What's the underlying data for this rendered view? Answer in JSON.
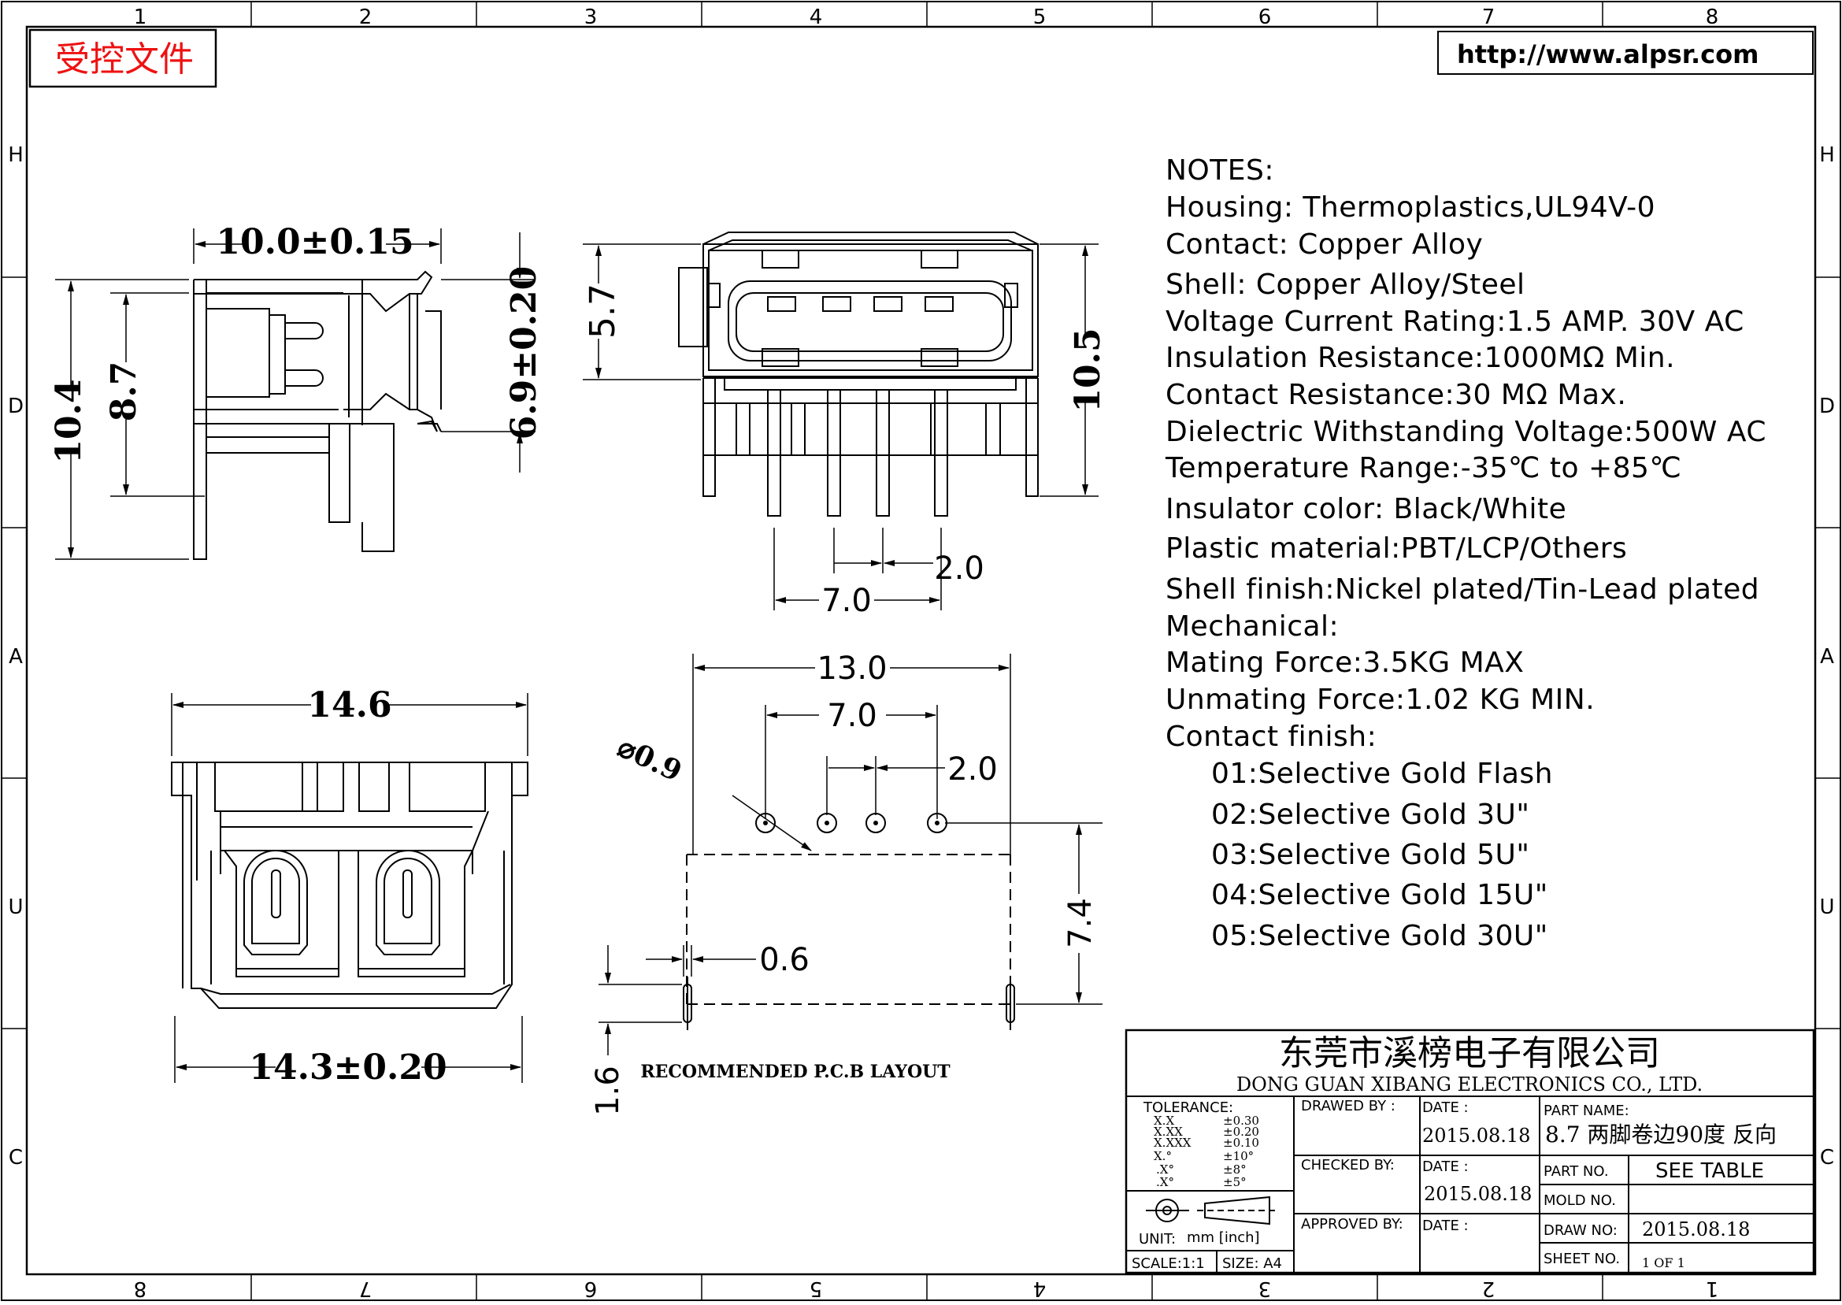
{
  "border": {
    "top_numbers": [
      "1",
      "2",
      "3",
      "4",
      "5",
      "6",
      "7",
      "8"
    ],
    "bottom_numbers": [
      "8",
      "7",
      "6",
      "5",
      "4",
      "3",
      "2",
      "1"
    ],
    "left_letters": [
      "H",
      "D",
      "A",
      "U",
      "C"
    ],
    "right_letters": [
      "H",
      "D",
      "A",
      "U",
      "C"
    ]
  },
  "stamp": "受控文件",
  "website": "http://www.alpsr.com",
  "notes": {
    "title": "NOTES:",
    "lines": [
      "Housing:  Thermoplastics,UL94V-0",
      "Contact:  Copper  Alloy",
      "Shell:  Copper  Alloy/Steel",
      "Voltage  Current  Rating:1.5  AMP.  30V  AC",
      "Insulation  Resistance:1000MΩ  Min.",
      "Contact  Resistance:30  MΩ  Max.",
      "Dielectric  Withstanding  Voltage:500W  AC",
      "Temperature  Range:-35℃  to  +85℃",
      "Insulator  color:  Black/White",
      "Plastic  material:PBT/LCP/Others",
      "Shell  finish:Nickel  plated/Tin-Lead  plated",
      "Mechanical:",
      "Mating  Force:3.5KG  MAX",
      "Unmating  Force:1.02  KG  MIN."
    ],
    "finish_title": "Contact  finish:",
    "finish_lines": [
      "01:Selective  Gold  Flash",
      "02:Selective  Gold  3U\"",
      "03:Selective  Gold  5U\"",
      "04:Selective  Gold  15U\"",
      "05:Selective  Gold  30U\""
    ]
  },
  "dimensions": {
    "side_width": "10.0±0.15",
    "side_height_total": "10.4",
    "side_height_inner": "8.7",
    "side_shell_height": "6.9±0.20",
    "front_top_height": "5.7",
    "front_total_height": "10.5",
    "front_pin_pitch": "2.0",
    "front_pin_span": "7.0",
    "bottom_top_width": "14.6",
    "bottom_base_width": "14.3±0.20",
    "pcb_width": "13.0",
    "pcb_pin_span": "7.0",
    "pcb_pin_pitch": "2.0",
    "pcb_hole_dia": "⌀0.9",
    "pcb_slot_width": "0.6",
    "pcb_height": "7.4",
    "pcb_slot_length": "1.6"
  },
  "pcb_caption": "RECOMMENDED   P.C.B LAYOUT",
  "title_block": {
    "company_cn": "东莞市溪榜电子有限公司",
    "company_en": "DONG  GUAN  XIBANG  ELECTRONICS  CO.,  LTD.",
    "tolerance_label": "TOLERANCE:",
    "tolerance_rows": [
      {
        "fmt": "X.X",
        "val": "±0.30"
      },
      {
        "fmt": "X.XX",
        "val": "±0.20"
      },
      {
        "fmt": "X.XXX",
        "val": "±0.10"
      },
      {
        "fmt": "X.°",
        "val": "±10°"
      },
      {
        "fmt": ".X°",
        "val": "±8°"
      },
      {
        "fmt": ".X°",
        "val": "±5°"
      }
    ],
    "unit_label": "UNIT:",
    "unit_value": "mm  [inch]",
    "scale": "SCALE:1:1",
    "size": "SIZE:  A4",
    "drawn_by_label": "DRAWED  BY :",
    "checked_by_label": "CHECKED  BY:",
    "approved_by_label": "APPROVED  BY:",
    "date_label": "DATE  :",
    "drawn_date": "2015.08.18",
    "checked_date": "2015.08.18",
    "part_name_label": "PART  NAME:",
    "part_name": "8.7 两脚卷边90度 反向",
    "part_no_label": "PART  NO.",
    "part_no": "SEE  TABLE",
    "mold_no_label": "MOLD  NO.",
    "draw_no_label": "DRAW  NO:",
    "draw_no": "2015.08.18",
    "sheet_no_label": "SHEET  NO.",
    "sheet_no": "1  OF  1"
  }
}
